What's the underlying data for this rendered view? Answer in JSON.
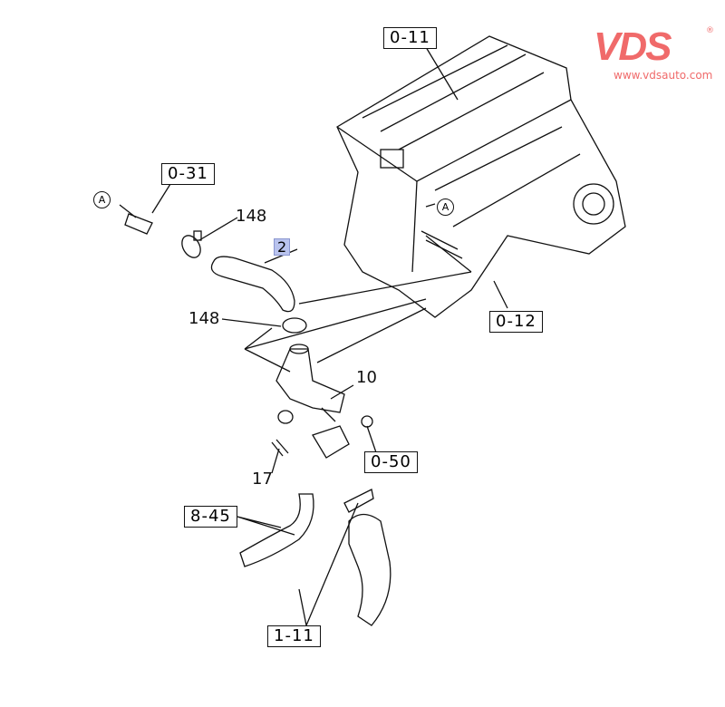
{
  "logo": {
    "brand": "VDS",
    "registered": "®",
    "url": "www.vdsauto.com",
    "color": "#f06a6a"
  },
  "references": [
    {
      "id": "ref-0-11",
      "label": "0-11"
    },
    {
      "id": "ref-0-31",
      "label": "0-31"
    },
    {
      "id": "ref-0-12",
      "label": "0-12"
    },
    {
      "id": "ref-0-50",
      "label": "0-50"
    },
    {
      "id": "ref-8-45",
      "label": "8-45"
    },
    {
      "id": "ref-1-11",
      "label": "1-11"
    }
  ],
  "parts": {
    "hose": "2",
    "clamp_top": "148",
    "clamp_bottom": "148",
    "housing": "10",
    "bolt": "17"
  },
  "markers": {
    "a1": "A",
    "a2": "A"
  },
  "highlight_color": "#b9c3ee"
}
